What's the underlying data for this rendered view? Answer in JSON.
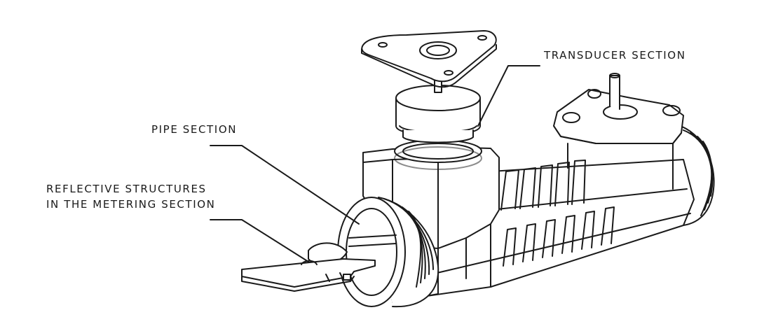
{
  "labels": {
    "transducer_section": "TRANSDUCER SECTION",
    "pipe_section": "PIPE SECTION",
    "reflective_line1": "REFLECTIVE STRUCTURES",
    "reflective_line2": "IN THE METERING SECTION"
  },
  "colors": {
    "line": "#1a1a1a",
    "fill": "#ffffff",
    "shade": "#d9d9d9"
  }
}
